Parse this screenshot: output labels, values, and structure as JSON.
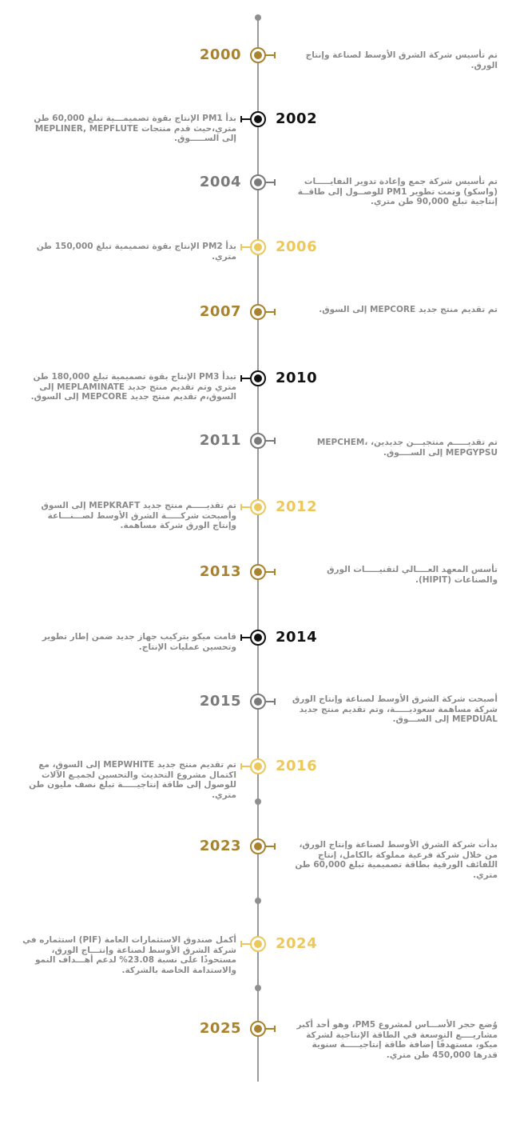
{
  "colors": {
    "gold": "#a8832f",
    "black": "#111111",
    "gray": "#7a7a7a",
    "yellow": "#ecc85c",
    "text": "#8a8a8a",
    "line": "#9a9a9a"
  },
  "milestones": [
    {
      "year": "2000",
      "color": "gold",
      "side": "right",
      "text": "تم تأسيس شركة الشرق الأوسط لصناعة وإنتاج الورق."
    },
    {
      "year": "2002",
      "color": "black",
      "side": "left",
      "text": "بدأ PM1 الإنتاج بقوة تصميمـــية تبلغ 60,000 طن متري،حيث قدم منتجات MEPLINER, MEPFLUTE إلى الســـــوق."
    },
    {
      "year": "2004",
      "color": "gray",
      "side": "right",
      "text": "تم تأسيس شركة جمع وإعادة تدوير النفايـــــات (واسكو) وتمت تطوير PM1 للوصــول إلى طاقــة إنتاجية تبلغ 90,000 طن متري."
    },
    {
      "year": "2006",
      "color": "yellow",
      "side": "left",
      "text": "بدأ PM2 الإنتاج بقوة تصميمية تبلغ 150,000 طن متري."
    },
    {
      "year": "2007",
      "color": "gold",
      "side": "right",
      "text": "تم تقديم منتج جديد MEPCORE إلى السوق."
    },
    {
      "year": "2010",
      "color": "black",
      "side": "left",
      "text": "تبدأ PM3 الإنتاج بقوة تصميمية تبلغ 180,000 طن متري وتم تقديم منتج جديد MEPLAMINATE إلى السوق،م تقديم منتج جديد MEPCORE إلى السوق."
    },
    {
      "year": "2011",
      "color": "gray",
      "side": "right",
      "text": "تم تقديـــــم منتجيـــن جديدين، MEPCHEM، MEPGYPSU إلى الســــوق."
    },
    {
      "year": "2012",
      "color": "yellow",
      "side": "left",
      "text": "تم تقديـــــم منتج جديد MEPKRAFT إلى السوق وأصبحت شركـــــة الشرق الأوسط لصـــنـــاعة وإنتاج الورق شركة مساهمة."
    },
    {
      "year": "2013",
      "color": "gold",
      "side": "right",
      "text": "تأسس المعهد العــــالي لتقنيـــــات الورق والصناعات (HIPIT)."
    },
    {
      "year": "2014",
      "color": "black",
      "side": "left",
      "text": "قامت ميكو بتركيب جهاز جديد ضمن إطار تطوير وتحسين عمليات الإنتاج."
    },
    {
      "year": "2015",
      "color": "gray",
      "side": "right",
      "text": "أصبحت شركة الشرق الأوسط لصناعة وإنتاج الورق شركة مساهمة سعوديـــــة، وتم تقديم منتج جديد MEPDUAL إلى الســـوق."
    },
    {
      "year": "2016",
      "color": "yellow",
      "side": "left",
      "text": "تم تقديم منتج جديد MEPWHITE إلى السوق، مع اكتمال مشروع التحديث والتحسين لجميـع الآلات للوصول إلى طاقة إنتاجيـــــة تبلغ نصف مليون طن متري."
    },
    {
      "year": "2023",
      "color": "gold",
      "side": "right",
      "text": "بدأت شركة الشرق الأوسط لصناعة وإنتاج الورق، من خلال شركة فرعية مملوكة بالكامل، إنتاج اللفائف الورقية بطاقة تصميمية تبلغ 60,000 طن متري."
    },
    {
      "year": "2024",
      "color": "yellow",
      "side": "left",
      "text": "أكمل صندوق الاستثمارات العامة (PIF) استثماره في شركة الشرق الأوسط لصناعة وإنتـــاج الورق، مستحوذًا على نسبة 23.08% لدعم أهـــداف النمو والاستدامة الخاصة بالشركة."
    },
    {
      "year": "2025",
      "color": "gold",
      "side": "right",
      "text": "وُضع حجر الأســـاس لمشروع PM5، وهو أحد أكبر مشاريــــع التوسعة في الطاقة الإنتاجية لشركة ميكو، مستهدفًا إضافة طاقة إنتاجيـــــة سنوية قدرها 450,000 طن متري."
    }
  ]
}
